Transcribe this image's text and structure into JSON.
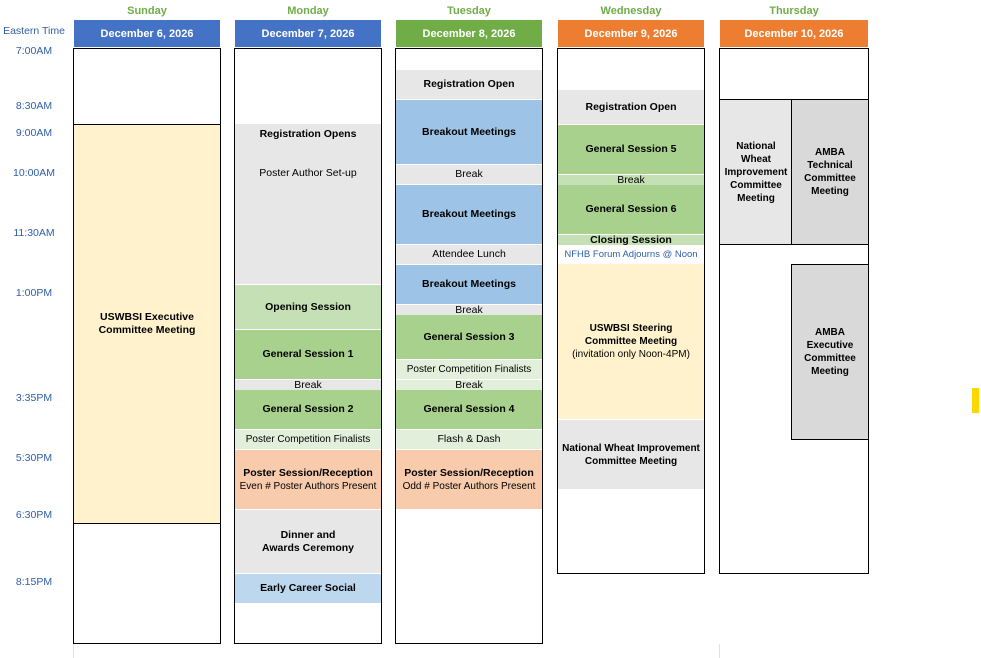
{
  "timezone_label": "Eastern Time",
  "time_labels": [
    "7:00AM",
    "8:30AM",
    "9:00AM",
    "10:00AM",
    "11:30AM",
    "1:00PM",
    "3:35PM",
    "5:30PM",
    "6:30PM",
    "8:15PM"
  ],
  "days": [
    {
      "name": "Sunday",
      "date": "December 6, 2026",
      "color": "#4472c4"
    },
    {
      "name": "Monday",
      "date": "December 7, 2026",
      "color": "#4472c4"
    },
    {
      "name": "Tuesday",
      "date": "December 8, 2026",
      "color": "#70ad47"
    },
    {
      "name": "Wednesday",
      "date": "December 9, 2026",
      "color": "#ed7d31"
    },
    {
      "name": "Thursday",
      "date": "December 10, 2026",
      "color": "#ed7d31"
    }
  ],
  "sunday": {
    "exec_line1": "USWBSI Executive",
    "exec_line2": "Committee Meeting"
  },
  "monday": {
    "registration": "Registration Opens",
    "poster_setup": "Poster Author Set-up",
    "opening": "Opening Session",
    "gs1": "General Session 1",
    "break": "Break",
    "gs2": "General Session 2",
    "poster_finalists": "Poster Competition Finalists",
    "poster_session": "Poster Session/Reception",
    "poster_sub": "Even # Poster Authors Present",
    "dinner_line1": "Dinner and",
    "dinner_line2": "Awards Ceremony",
    "early_career": "Early Career Social"
  },
  "tuesday": {
    "registration": "Registration Open",
    "breakout1": "Breakout Meetings",
    "break1": "Break",
    "breakout2": "Breakout Meetings",
    "lunch": "Attendee Lunch",
    "breakout3": "Breakout Meetings",
    "break2": "Break",
    "gs3": "General Session 3",
    "poster_finalists": "Poster Competition Finalists",
    "break3": "Break",
    "gs4": "General Session 4",
    "flash": "Flash & Dash",
    "poster_session": "Poster Session/Reception",
    "poster_sub": "Odd # Poster Authors Present"
  },
  "wednesday": {
    "registration": "Registration Open",
    "gs5": "General Session 5",
    "break": "Break",
    "gs6": "General Session 6",
    "closing": "Closing Session",
    "nfhb": "NFHB Forum Adjourns @ Noon",
    "steering_line1": "USWBSI Steering",
    "steering_line2": "Committee Meeting",
    "steering_sub": "(invitation only Noon-4PM)",
    "nwic_line1": "National Wheat Improvement",
    "nwic_line2": "Committee Meeting"
  },
  "thursday": {
    "nwic_lines": [
      "National",
      "Wheat",
      "Improvement",
      "Committee",
      "Meeting"
    ],
    "amba_tech_lines": [
      "AMBA",
      "Technical",
      "Committee",
      "Meeting"
    ],
    "amba_exec_lines": [
      "AMBA",
      "Executive",
      "Committee",
      "Meeting"
    ]
  },
  "colors": {
    "time_text": "#2f5ea8",
    "dayname_text": "#70ad47",
    "highlight": "#ffd700"
  }
}
